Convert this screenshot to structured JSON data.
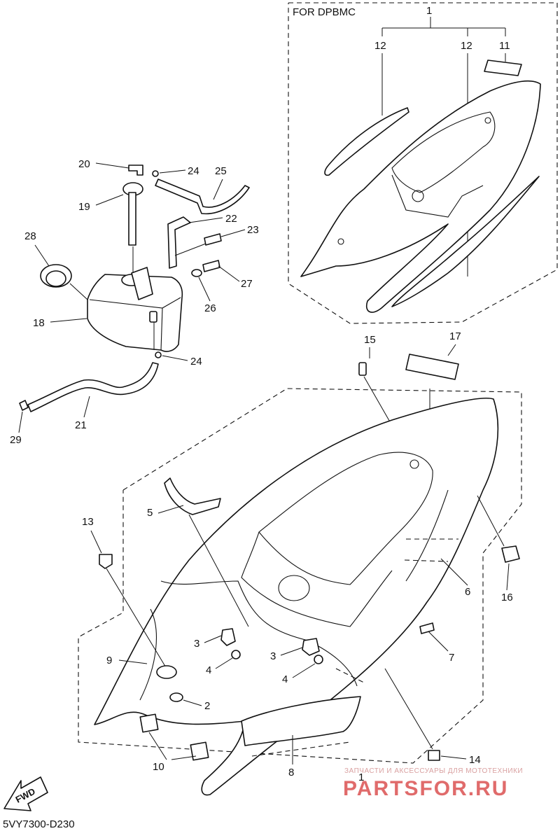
{
  "variant_label": "FOR DPBMC",
  "diagram_code": "5VY7300-D230",
  "fwd_label": "FWD",
  "watermark": {
    "top_line": "ЗАПЧАСТИ И АКСЕССУАРЫ ДЛЯ МОТОТЕХНИКИ",
    "brand": "PARTSFOR.RU"
  },
  "callouts": {
    "p1_top": "1",
    "p1_bottom": "1",
    "p2": "2",
    "p3a": "3",
    "p3b": "3",
    "p4a": "4",
    "p4b": "4",
    "p5": "5",
    "p6": "6",
    "p7": "7",
    "p8": "8",
    "p9": "9",
    "p10": "10",
    "p11": "11",
    "p12a": "12",
    "p12b": "12",
    "p13": "13",
    "p14": "14",
    "p15": "15",
    "p16": "16",
    "p17": "17",
    "p18": "18",
    "p19": "19",
    "p20": "20",
    "p21": "21",
    "p22": "22",
    "p23": "23",
    "p24a": "24",
    "p24b": "24",
    "p25": "25",
    "p26": "26",
    "p27": "27",
    "p28": "28",
    "p29": "29"
  }
}
